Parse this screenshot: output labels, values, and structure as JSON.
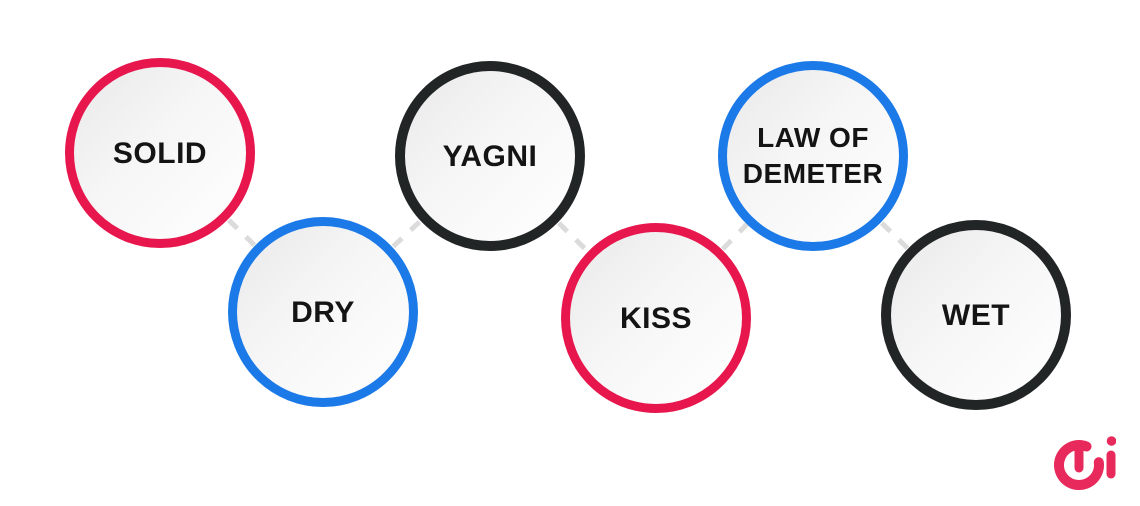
{
  "canvas": {
    "background": "#ffffff"
  },
  "diagram": {
    "nodes": [
      {
        "label": "SOLID",
        "border_color": "#E7174E"
      },
      {
        "label": "DRY",
        "border_color": "#1B7AE8"
      },
      {
        "label": "YAGNI",
        "border_color": "#212525"
      },
      {
        "label": "KISS",
        "border_color": "#E7174E"
      },
      {
        "label": "LAW OF DEMETER",
        "border_color": "#1B7AE8"
      },
      {
        "label": "WET",
        "border_color": "#212525"
      }
    ],
    "connections": [
      {
        "from": "SOLID",
        "to": "DRY"
      },
      {
        "from": "DRY",
        "to": "YAGNI"
      },
      {
        "from": "YAGNI",
        "to": "KISS"
      },
      {
        "from": "KISS",
        "to": "LAW OF DEMETER"
      },
      {
        "from": "LAW OF DEMETER",
        "to": "WET"
      }
    ],
    "connector_color": "#dbdbdb",
    "node_fill": [
      "#e9e9e9",
      "#ffffff"
    ],
    "label_color": "#141414"
  },
  "brand": {
    "logo": "cmi-logo",
    "color": "#E8295B"
  }
}
